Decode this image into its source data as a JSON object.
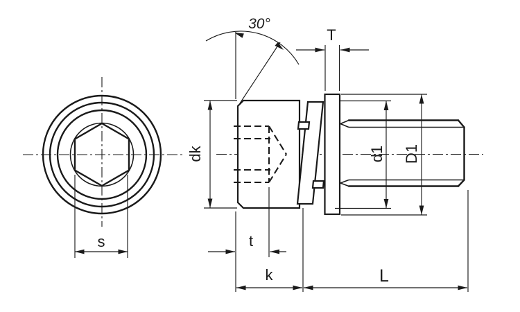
{
  "drawing": {
    "type": "technical-drawing",
    "subject": "socket head cap screw with captive spring washer and flat washer, front view and side view",
    "colors": {
      "line": "#1a1a1a",
      "background": "#ffffff"
    },
    "labels": {
      "chamfer_angle": "30°",
      "flat_washer_thickness": "T",
      "head_diameter": "dk",
      "spring_washer_diameter": "d1",
      "flat_washer_diameter": "D1",
      "socket_width_across_flats": "s",
      "socket_depth": "t",
      "head_height": "k",
      "thread_length": "L"
    }
  }
}
